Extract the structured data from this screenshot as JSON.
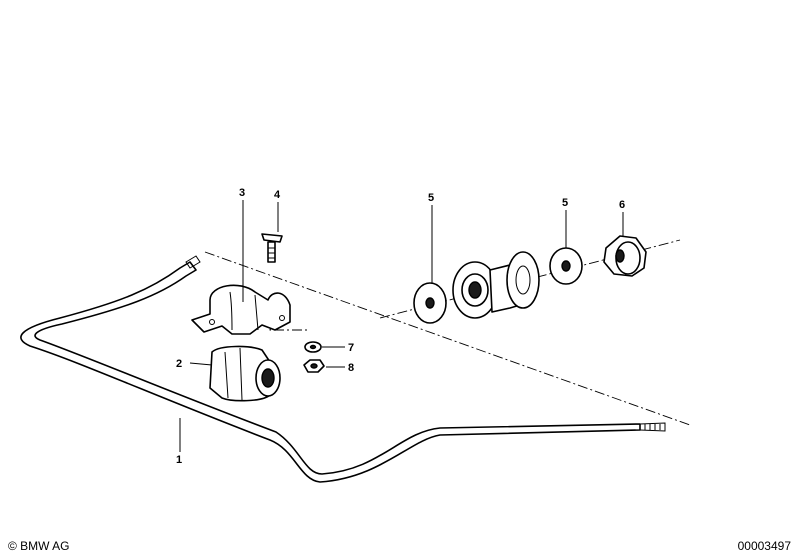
{
  "callouts": [
    {
      "id": "1",
      "label": "1"
    },
    {
      "id": "2",
      "label": "2"
    },
    {
      "id": "3",
      "label": "3"
    },
    {
      "id": "4",
      "label": "4"
    },
    {
      "id": "5a",
      "label": "5"
    },
    {
      "id": "5b",
      "label": "5"
    },
    {
      "id": "6",
      "label": "6"
    },
    {
      "id": "7",
      "label": "7"
    },
    {
      "id": "8",
      "label": "8"
    }
  ],
  "footer": {
    "copyright": "© BMW AG",
    "image_number": "00003497"
  }
}
